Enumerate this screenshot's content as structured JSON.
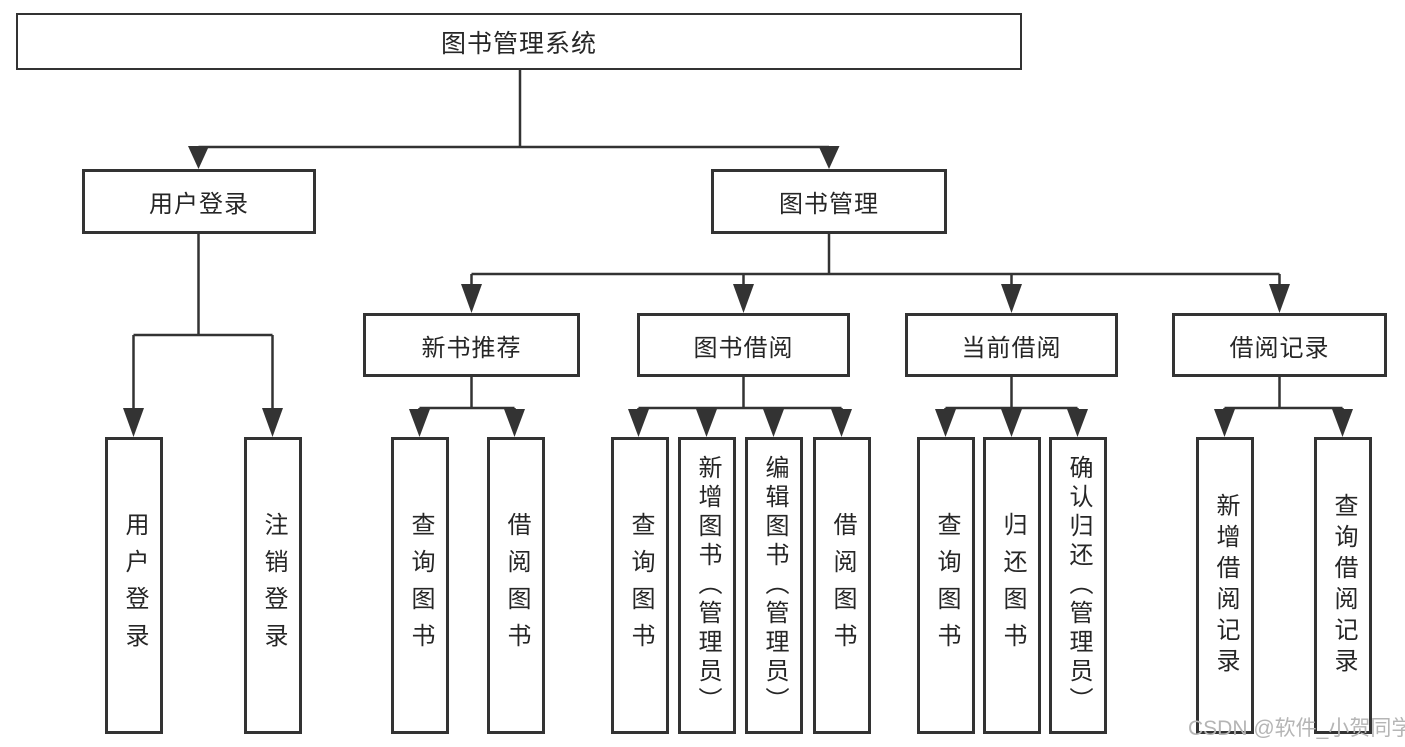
{
  "title": "图书管理系统",
  "level2": [
    {
      "label": "用户登录"
    },
    {
      "label": "图书管理"
    }
  ],
  "level3": [
    {
      "label": "新书推荐"
    },
    {
      "label": "图书借阅"
    },
    {
      "label": "当前借阅"
    },
    {
      "label": "借阅记录"
    }
  ],
  "leaves": [
    {
      "label": "用户登录",
      "parent": "用户登录"
    },
    {
      "label": "注销登录",
      "parent": "用户登录"
    },
    {
      "label": "查询图书",
      "parent": "新书推荐"
    },
    {
      "label": "借阅图书",
      "parent": "新书推荐"
    },
    {
      "label": "查询图书",
      "parent": "图书借阅"
    },
    {
      "label": "新增图书（管理员）",
      "parent": "图书借阅"
    },
    {
      "label": "编辑图书（管理员）",
      "parent": "图书借阅"
    },
    {
      "label": "借阅图书",
      "parent": "图书借阅"
    },
    {
      "label": "查询图书",
      "parent": "当前借阅"
    },
    {
      "label": "归还图书",
      "parent": "当前借阅"
    },
    {
      "label": "确认归还（管理员）",
      "parent": "当前借阅"
    },
    {
      "label": "新增借阅记录",
      "parent": "借阅记录"
    },
    {
      "label": "查询借阅记录",
      "parent": "借阅记录"
    }
  ],
  "watermark": "CSDN @软件_小贺同学",
  "colors": {
    "line": "#333333",
    "text": "#262626",
    "watermark": "#b5b5b5",
    "background": "#ffffff"
  }
}
